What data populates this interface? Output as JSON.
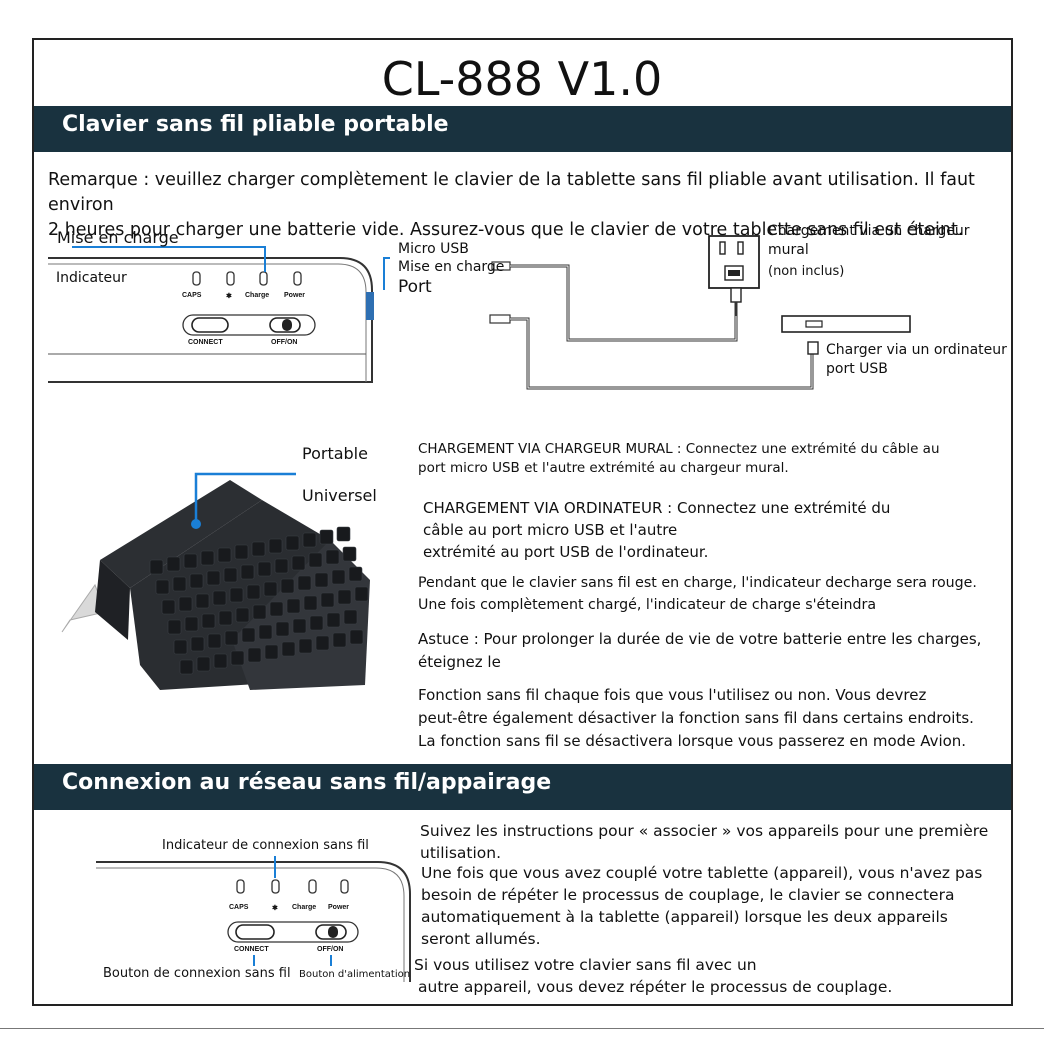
{
  "title": "CL-888 V1.0",
  "section1_title": "Clavier sans fil pliable portable",
  "section2_title": "Connexion au réseau sans fil/appairage",
  "note_line1": "Remarque : veuillez charger complètement le clavier de la tablette sans fil pliable avant utilisation. Il faut environ",
  "note_line2": "2 heures pour charger une batterie vide. Assurez-vous que le clavier de votre tablette sans fil est éteint.",
  "diagram1": {
    "mise_en_charge": "Mise en charge",
    "indicateur": "Indicateur",
    "leds": [
      "CAPS",
      "✱",
      "Charge",
      "Power"
    ],
    "connect": "CONNECT",
    "offon": "OFF/ON",
    "micro_usb": "Micro USB",
    "mise_en_charge_port": "Mise en charge",
    "port": "Port",
    "wall_charger": [
      "Chargement via un chargeur",
      "mural",
      "(non inclus)"
    ],
    "computer_charger": [
      "Charger via un ordinateur",
      "port USB"
    ]
  },
  "keyboard_labels": {
    "portable": "Portable",
    "universel": "Universel"
  },
  "instructions": {
    "wall": [
      "CHARGEMENT VIA CHARGEUR MURAL : Connectez une extrémité du câble au",
      "port micro USB et l'autre extrémité au chargeur mural."
    ],
    "computer": [
      "CHARGEMENT VIA ORDINATEUR : Connectez une extrémité du",
      "câble au port micro USB et l'autre",
      "extrémité au port USB de l'ordinateur."
    ],
    "charging": [
      "Pendant que le clavier sans fil est en charge, l'indicateur decharge sera rouge.",
      "Une fois complètement chargé, l'indicateur de charge s'éteindra"
    ],
    "tip": [
      "Astuce : Pour prolonger la durée de vie de votre batterie entre les charges,",
      "éteignez le"
    ],
    "function": [
      "Fonction sans fil chaque fois que vous l'utilisez ou non. Vous devrez",
      "peut-être également désactiver la fonction sans fil dans certains endroits.",
      "La fonction sans fil se désactivera lorsque vous passerez en mode Avion."
    ]
  },
  "diagram2": {
    "indicator": "Indicateur de connexion sans fil",
    "connect_button": "Bouton de connexion sans fil",
    "power_button": "Bouton d'alimentation"
  },
  "pairing": {
    "p1": [
      "Suivez les instructions pour « associer » vos appareils pour une première",
      "utilisation."
    ],
    "p2": [
      "Une fois que vous avez couplé votre tablette (appareil), vous n'avez pas",
      "besoin de répéter le processus de couplage, le clavier se connectera",
      "automatiquement à la tablette (appareil) lorsque les deux appareils",
      "seront allumés."
    ],
    "p3": [
      "Si vous utilisez votre clavier sans fil avec un",
      "autre appareil, vous devez répéter le processus de couplage."
    ]
  },
  "colors": {
    "banner": "#19323f",
    "accent": "#1a7fd6",
    "keyboard": "#26292d"
  }
}
